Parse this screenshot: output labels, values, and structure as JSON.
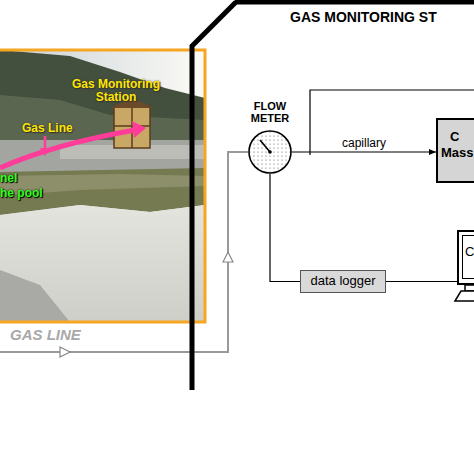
{
  "diagram": {
    "nodes": [
      {
        "text": [
          "GAS MONITORING ST"
        ]
      },
      {
        "text": [
          "FLOW METER"
        ],
        "in": 0
      },
      {
        "text": [
          "C",
          "Mass"
        ],
        "in": 0
      },
      {
        "text": [
          "data logger"
        ],
        "in": 0
      },
      {
        "text": [
          "C"
        ],
        "in": 0
      }
    ],
    "edges": [
      {
        "from": 1,
        "to": 2,
        "arrow": "to",
        "label": "capillary"
      },
      {
        "from": 1,
        "to": 3,
        "arrow": "none"
      },
      {
        "from": 3,
        "to": 4,
        "arrow": "none"
      }
    ],
    "labels": [
      "Gas Monitoring Station",
      "Gas Line",
      "nel",
      "he pool",
      "GAS LINE"
    ]
  }
}
